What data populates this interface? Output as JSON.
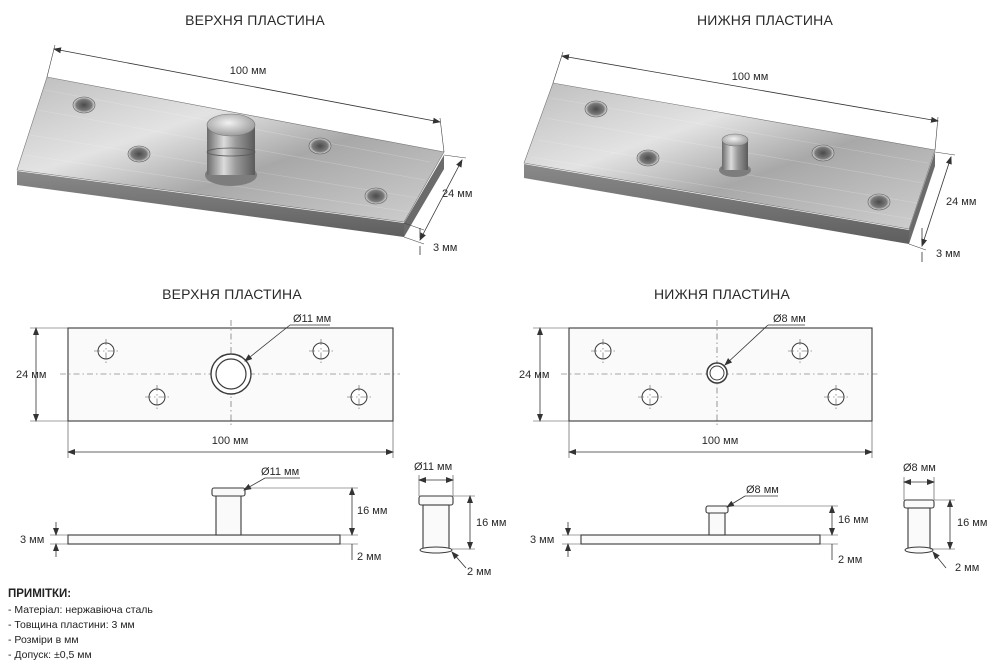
{
  "titles": {
    "top_left": "ВЕРХНЯ ПЛАСТИНА",
    "top_right": "НИЖНЯ ПЛАСТИНА",
    "mid_left": "ВЕРХНЯ ПЛАСТИНА",
    "mid_right": "НИЖНЯ ПЛАСТИНА"
  },
  "upper_plate": {
    "length": "100 мм",
    "width": "24 мм",
    "thickness": "3 мм",
    "pin_diameter": "Ø11 мм",
    "pin_height": "16 мм",
    "collar": "2 мм"
  },
  "lower_plate": {
    "length": "100 мм",
    "width": "24 мм",
    "thickness": "3 мм",
    "pin_diameter": "Ø8 мм",
    "pin_height": "16 мм",
    "collar": "2 мм"
  },
  "notes": {
    "heading": "ПРИМІТКИ:",
    "items": [
      "- Матеріал: нержавіюча сталь",
      "- Товщина пластини: 3 мм",
      "- Розміри в мм",
      "- Допуск: ±0,5 мм"
    ]
  },
  "colors": {
    "metal_light": "#d9d9d9",
    "metal_mid": "#a9a9a9",
    "metal_dark": "#6e6e6e",
    "line": "#333333"
  }
}
